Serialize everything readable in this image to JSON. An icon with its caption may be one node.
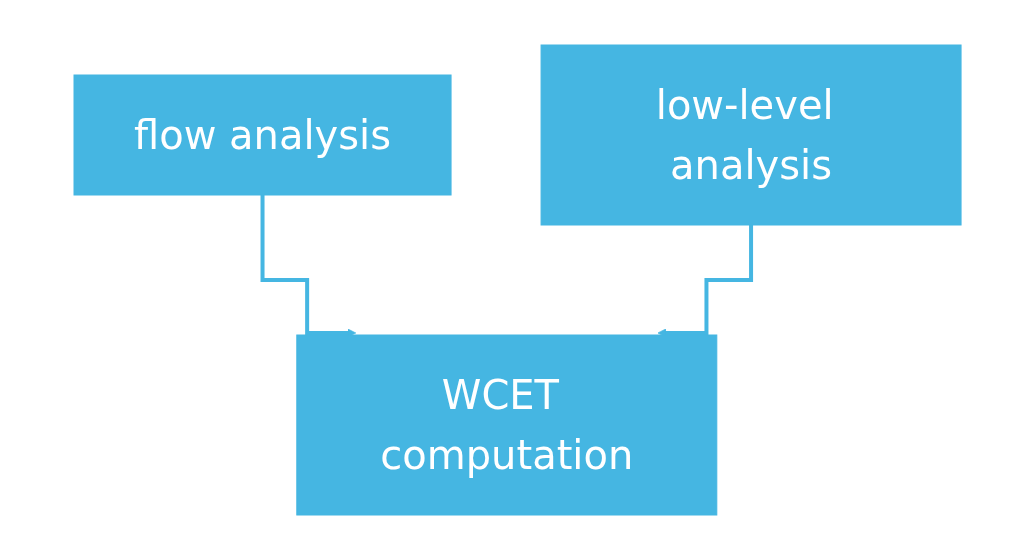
{
  "diagram": {
    "nodes": [
      {
        "text": [
          "flow analysis"
        ]
      },
      {
        "text": [
          "low-level analysis"
        ]
      },
      {
        "text": [
          "WCET computation"
        ]
      }
    ],
    "edges": [
      {
        "from": 0,
        "to": 2,
        "arrow": "to"
      },
      {
        "from": 1,
        "to": 2,
        "arrow": "to"
      }
    ]
  }
}
